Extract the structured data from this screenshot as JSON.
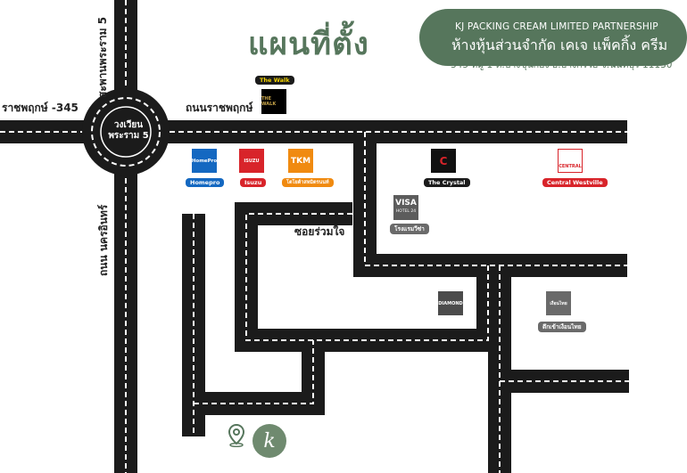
{
  "title": "แผนที่ตั้ง",
  "company": {
    "name_en": "KJ PACKING CREAM  LIMITED PARTNERSHIP",
    "name_th": "ห้างหุ้นส่วนจำกัด เคเจ แพ็คกิ้ง ครีม",
    "address": "345 หมู่ 1 ต.บางขุนกอง อ.บางกรวย จ.นนทบุรี 11130"
  },
  "roads": {
    "rama5_bridge": "สะพานพระราม 5",
    "ratchaphruek_345": "ราชพฤกษ์ -345",
    "ratchaphruek": "ถนนราชพฤกษ์",
    "nakhon_in": "ถนน นครอินทร์",
    "soi": "ซอยร่วมใจ",
    "roundabout": "วงเวียน พระราม 5"
  },
  "landmarks": {
    "the_walk": {
      "label": "The Walk",
      "logo_text": "THE WALK"
    },
    "homepro": {
      "label": "Homepro",
      "logo_text": "HomePro"
    },
    "isuzu": {
      "label": "Isuzu",
      "logo_text": "ISUZU"
    },
    "tkm": {
      "label": "โตโยต้าสหมิตรนนท์",
      "logo_text": "TKM"
    },
    "the_crystal": {
      "label": "The Crystal",
      "logo_text": "C"
    },
    "central": {
      "label": "Central Westville",
      "logo_text": "CENTRAL"
    },
    "visa_hotel": {
      "label": "โรงแรมวีซ่า",
      "logo_text": "VISA",
      "logo_sub": "HOTEL 24"
    },
    "diamond": {
      "logo_text": "DIAMOND"
    },
    "dwp": {
      "label": "ตึกเข้าเงือนไทย",
      "logo_text": "เงือนไทย"
    },
    "kj_logo": {
      "logo_text": "k"
    }
  },
  "colors": {
    "brand_green": "#56765c",
    "road": "#1b1b1b",
    "dash": "#ffffff"
  },
  "icons": [
    "location-pin-icon",
    "kj-logo-icon"
  ]
}
